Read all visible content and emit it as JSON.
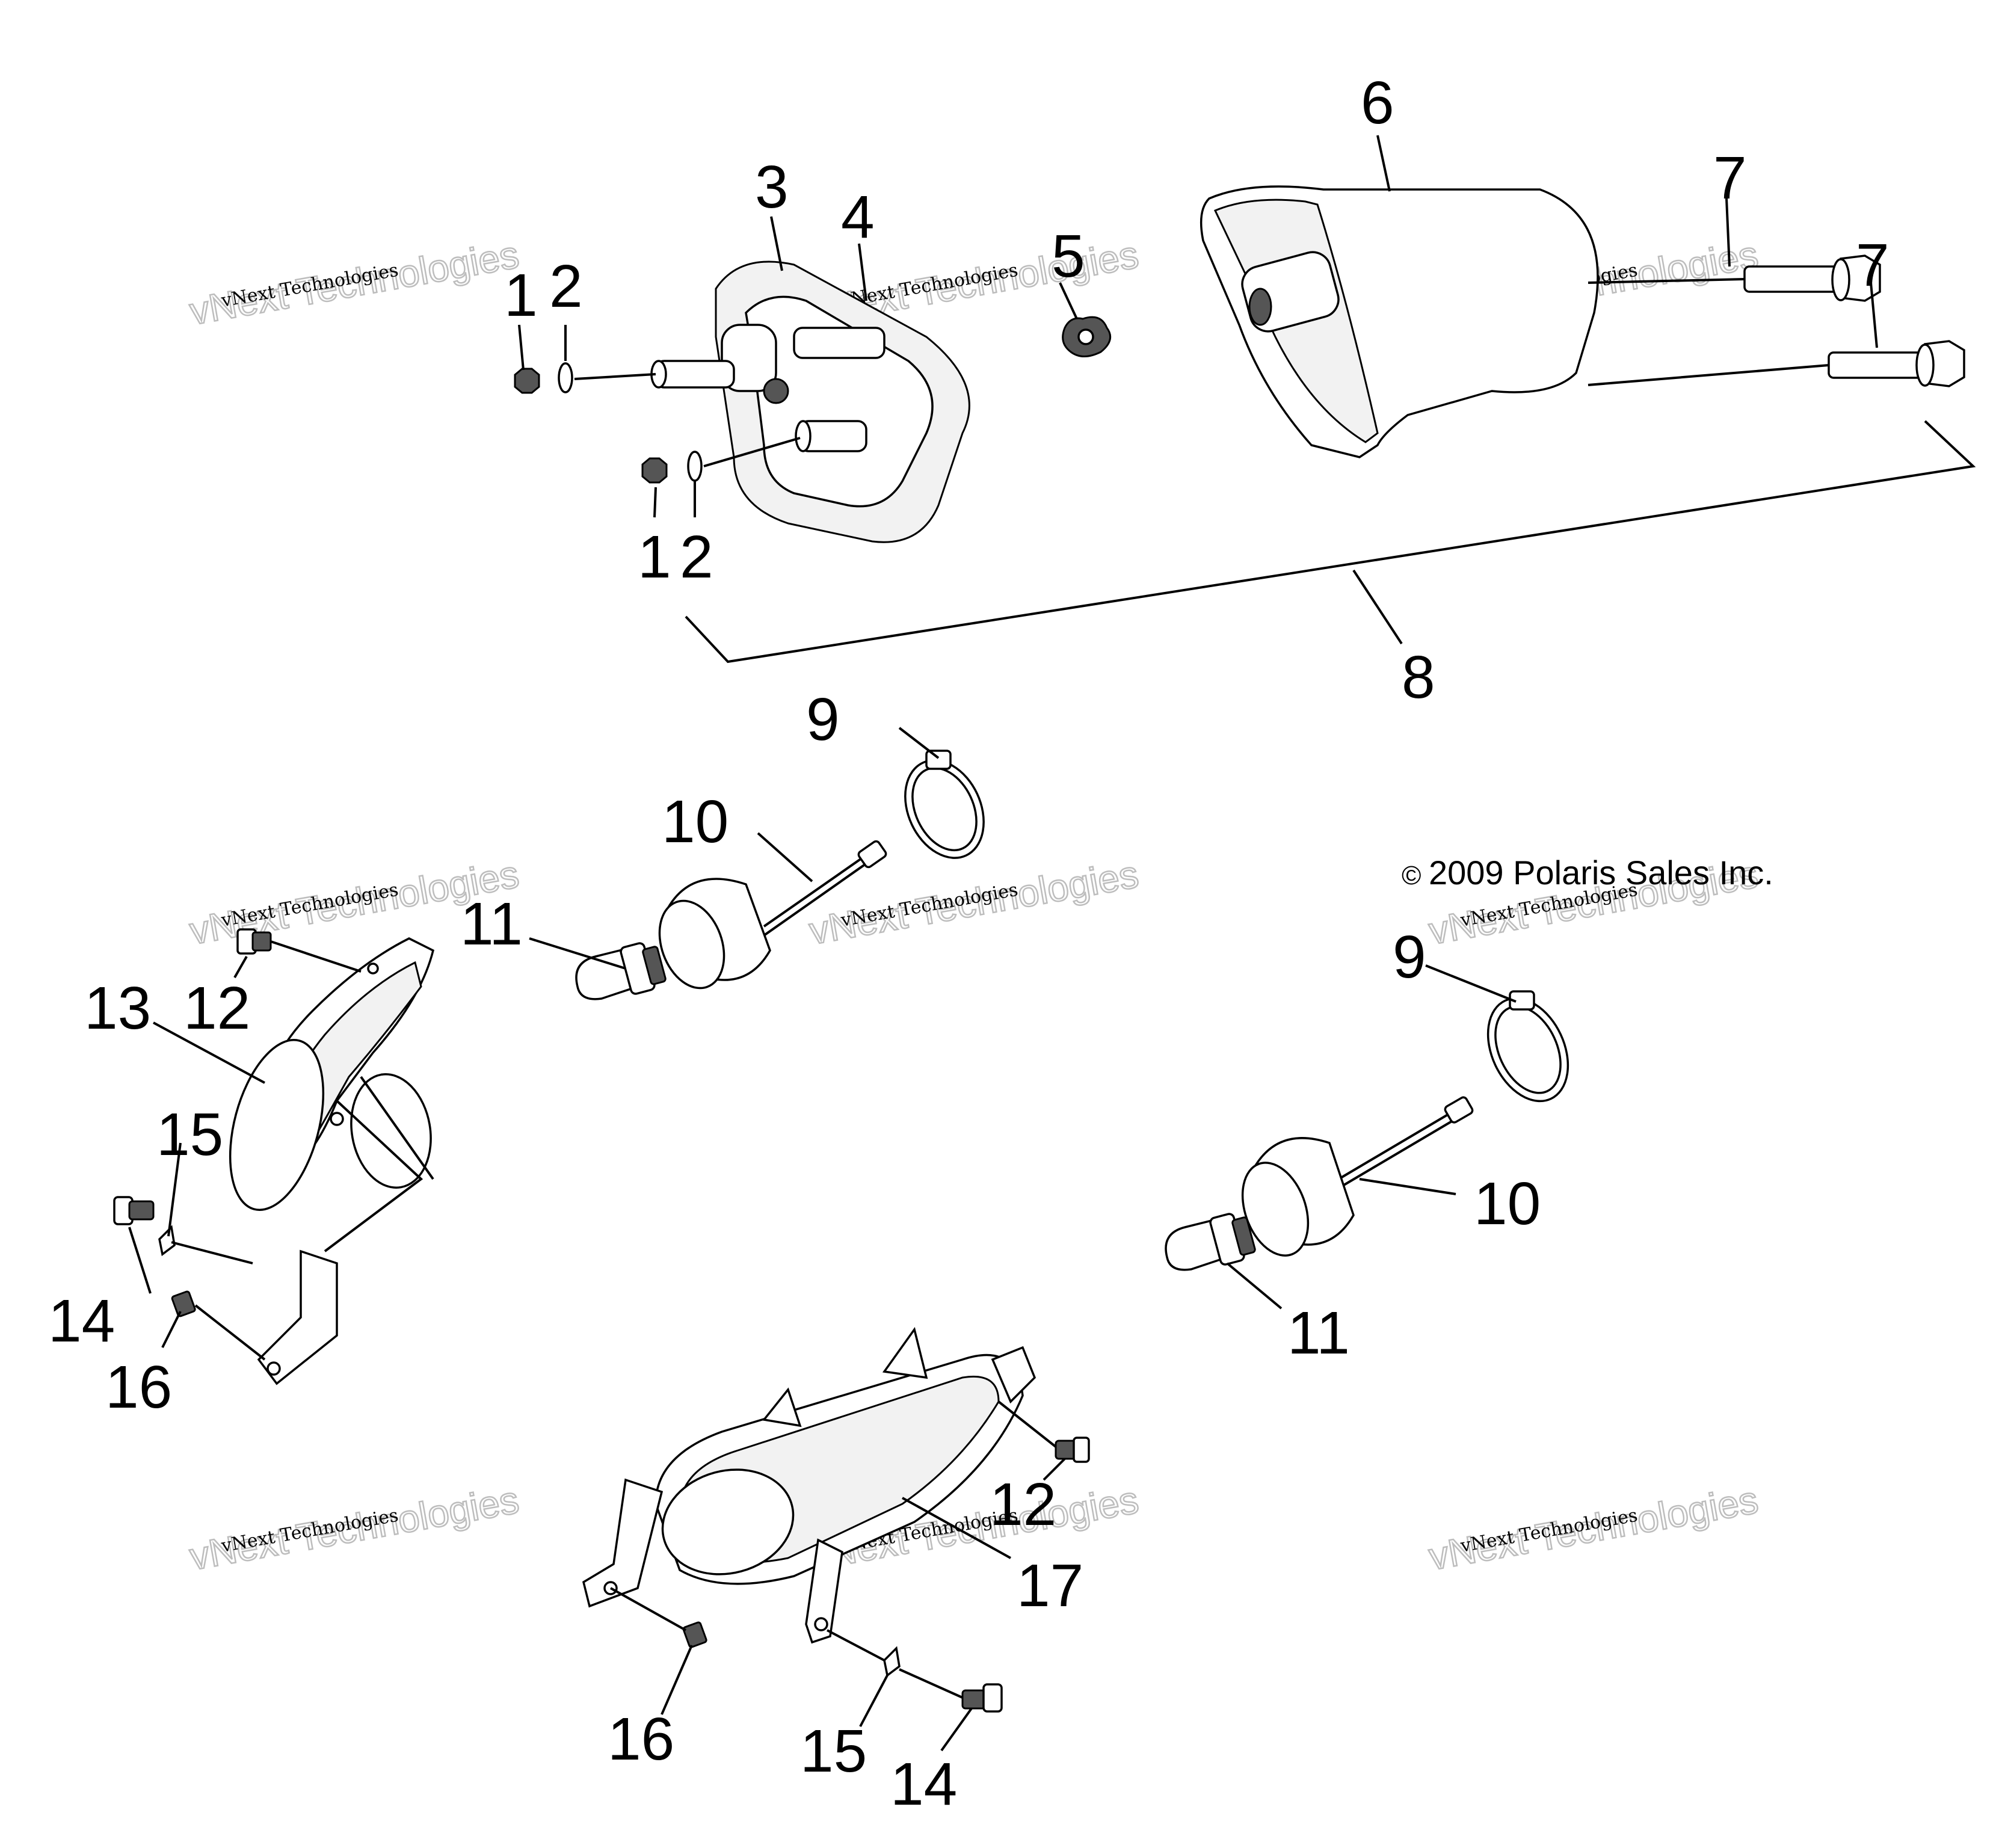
{
  "copyright": "2009 Polaris Sales Inc.",
  "copyright_symbol": "©",
  "watermark": {
    "line1": "vNext Technologies",
    "line2": "vNext Technologies"
  },
  "callouts": [
    {
      "id": "c1",
      "label": "1"
    },
    {
      "id": "c2a",
      "label": "2"
    },
    {
      "id": "c3",
      "label": "3"
    },
    {
      "id": "c4",
      "label": "4"
    },
    {
      "id": "c5",
      "label": "5"
    },
    {
      "id": "c6",
      "label": "6"
    },
    {
      "id": "c7a",
      "label": "7"
    },
    {
      "id": "c7b",
      "label": "7"
    },
    {
      "id": "c12a",
      "label": "1"
    },
    {
      "id": "c2b",
      "label": "2"
    },
    {
      "id": "c8",
      "label": "8"
    },
    {
      "id": "c9a",
      "label": "9"
    },
    {
      "id": "c10a",
      "label": "10"
    },
    {
      "id": "c11a",
      "label": "11"
    },
    {
      "id": "c13",
      "label": "13"
    },
    {
      "id": "c12b",
      "label": "12"
    },
    {
      "id": "c15a",
      "label": "15"
    },
    {
      "id": "c14a",
      "label": "14"
    },
    {
      "id": "c16a",
      "label": "16"
    },
    {
      "id": "c9b",
      "label": "9"
    },
    {
      "id": "c10b",
      "label": "10"
    },
    {
      "id": "c11b",
      "label": "11"
    },
    {
      "id": "c12c",
      "label": "12"
    },
    {
      "id": "c17",
      "label": "17"
    },
    {
      "id": "c16b",
      "label": "16"
    },
    {
      "id": "c15b",
      "label": "15"
    },
    {
      "id": "c14b",
      "label": "14"
    }
  ]
}
